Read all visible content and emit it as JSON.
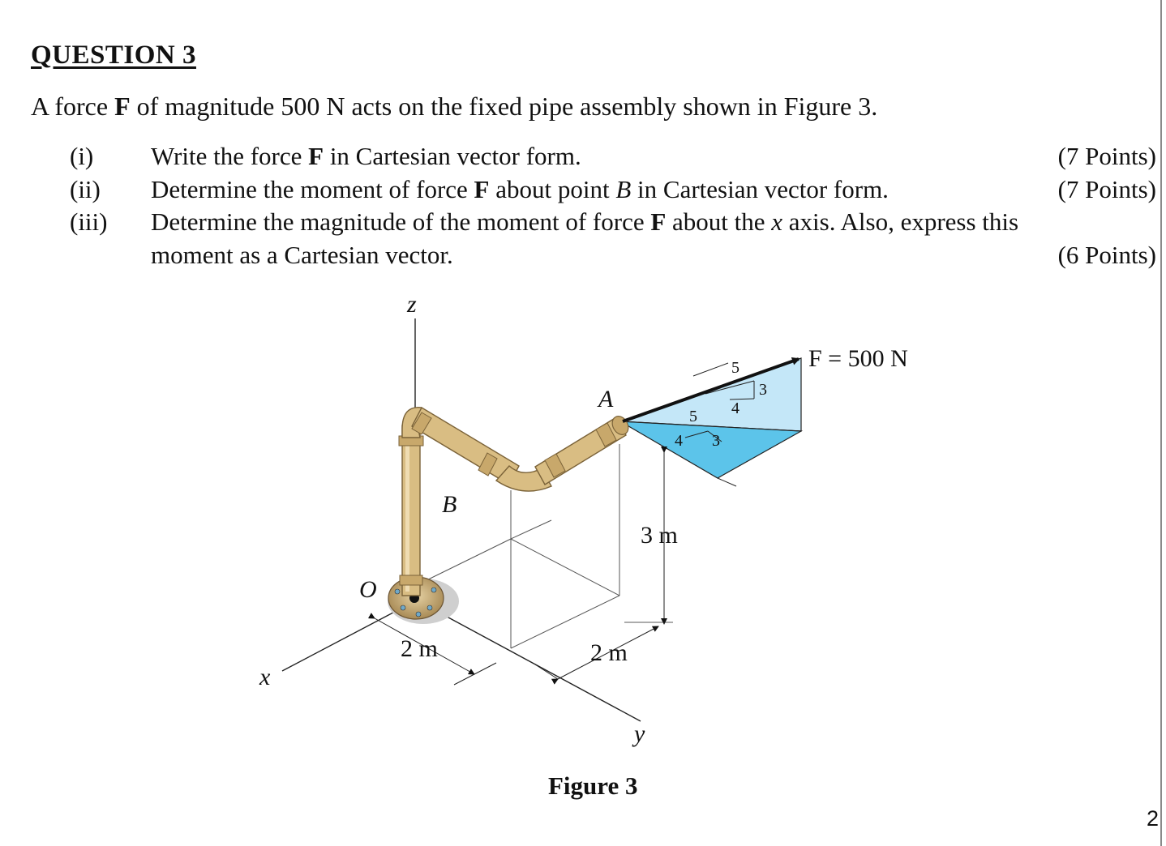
{
  "question": {
    "title": "QUESTION 3",
    "intro": {
      "pre": "A force ",
      "bold": "F",
      "post": " of magnitude 500 N acts on the fixed pipe assembly shown in Figure 3."
    },
    "parts": [
      {
        "number": "(i)",
        "pre": "Write the force ",
        "bold": "F",
        "post": " in Cartesian vector form.",
        "points": "(7 Points)"
      },
      {
        "number": "(ii)",
        "pre": "Determine the moment of force ",
        "bold": "F",
        "mid": " about point ",
        "italic": "B",
        "post": " in Cartesian vector form.",
        "points": "(7 Points)"
      },
      {
        "number": "(iii)",
        "pre": "Determine the magnitude of the moment of force ",
        "bold": "F",
        "mid": " about the ",
        "italic": "x",
        "post": " axis.  Also, express this",
        "line2": "moment as a Cartesian vector.",
        "points": "(6 Points)"
      }
    ]
  },
  "figure": {
    "caption": "Figure 3",
    "labels": {
      "z_axis": "z",
      "x_axis": "x",
      "y_axis": "y",
      "origin": "O",
      "point_a": "A",
      "point_b": "B",
      "force": "F = 500 N",
      "dim_x": "2 m",
      "dim_y": "2 m",
      "dim_z": "3 m",
      "upper_triangle": [
        "5",
        "4",
        "3"
      ],
      "lower_triangle": [
        "5",
        "4",
        "3"
      ]
    },
    "colors": {
      "pipe": "#d9bd83",
      "pipe_dark": "#8e7446",
      "plane": "#4fbfe8",
      "plane_light": "#bfe6f7",
      "force_arrow": "#111111"
    }
  },
  "page_number": "2"
}
